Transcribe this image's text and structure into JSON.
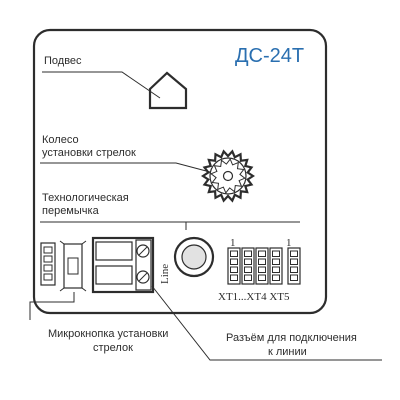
{
  "device": {
    "model": "ДС-24Т"
  },
  "callouts": {
    "suspension": "Подвес",
    "wheel_line1": "Колесо",
    "wheel_line2": "установки стрелок",
    "jumper_line1": "Технологическая",
    "jumper_line2": "перемычка",
    "button_line1": "Микрокнопка установки",
    "button_line2": "стрелок",
    "connector_line1": "Разъём для подключения",
    "connector_line2": "к линии"
  },
  "markings": {
    "line": "Line",
    "xt_labels": "XT1...XT4 XT5",
    "pin1_a": "1",
    "pin1_b": "1"
  }
}
